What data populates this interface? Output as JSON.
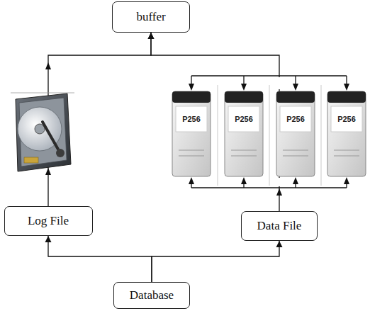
{
  "diagram": {
    "nodes": [
      {
        "text": [
          "buffer"
        ]
      },
      {
        "text": [
          "Log File"
        ]
      },
      {
        "text": [
          "Data File"
        ]
      },
      {
        "text": [
          "Database"
        ]
      }
    ],
    "edges": [
      {
        "from": 3,
        "to": 1,
        "arrow": "to"
      },
      {
        "from": 3,
        "to": 2,
        "arrow": "to"
      },
      {
        "from": 1,
        "to": 0,
        "arrow": "to"
      },
      {
        "from": 2,
        "to": 0,
        "arrow": "to"
      }
    ],
    "labels": [
      "P256",
      "P256",
      "P256",
      "P256"
    ]
  }
}
